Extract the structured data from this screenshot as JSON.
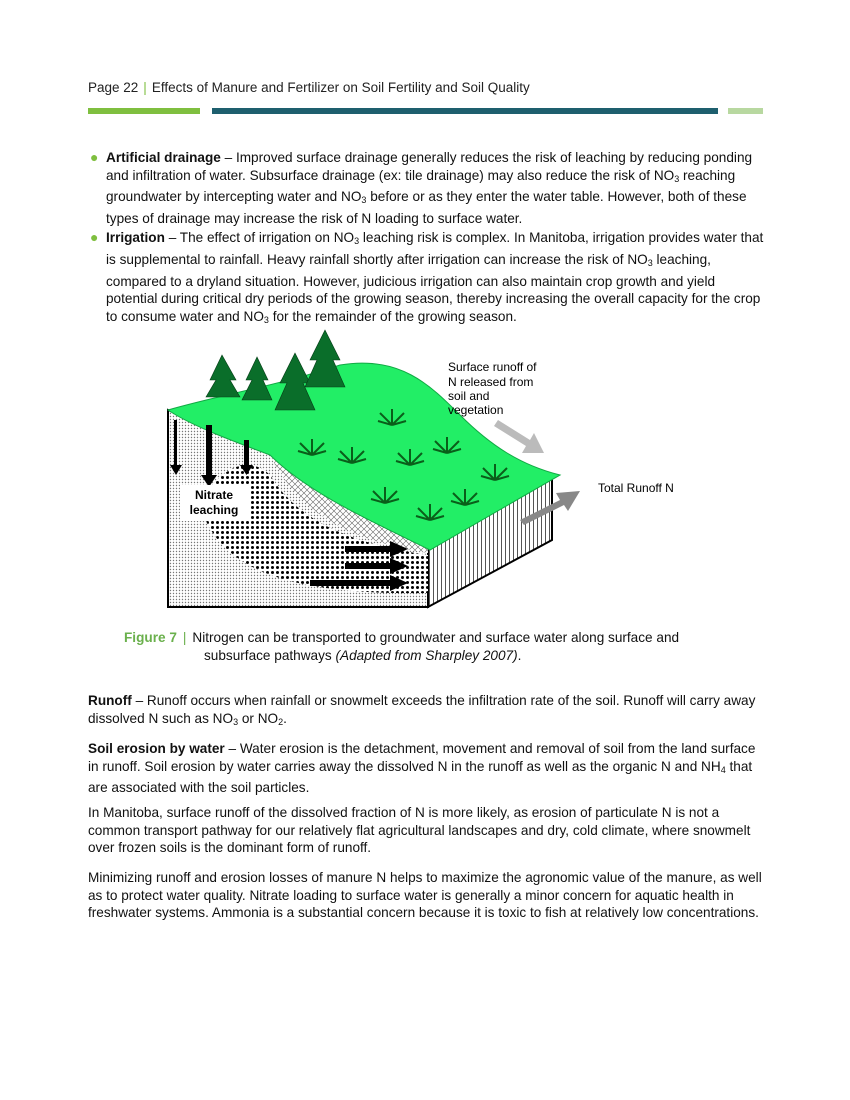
{
  "header": {
    "page": "Page 22",
    "separator": "|",
    "title": "Effects of Manure and Fertilizer on Soil Fertility and Soil Quality"
  },
  "colors": {
    "green": "#7fbf3f",
    "teal": "#1e5f6e",
    "light_green": "#b8d8a0",
    "grass": "#22ee66"
  },
  "bullets": [
    {
      "term": "Artificial drainage",
      "t1": " – Improved surface drainage generally reduces the risk of leaching by reducing ponding and infiltration of water. Subsurface drainage (ex: tile drainage) may also reduce the risk of NO",
      "s1": "3",
      "t2": " reaching groundwater by intercepting water and NO",
      "s2": "3",
      "t3": " before or as they enter the water table. However, both of these types of drainage may increase the risk of N loading to surface water."
    },
    {
      "term": "Irrigation",
      "t1": " – The effect of irrigation on NO",
      "s1": "3",
      "t2": " leaching risk is complex. In Manitoba, irrigation provides water that is supplemental to rainfall. Heavy rainfall shortly after irrigation can increase the risk of NO",
      "s2": "3",
      "t3": " leaching, compared to a dryland situation. However, judicious irrigation can also maintain crop growth and yield potential during critical dry periods of the growing season, thereby increasing the overall capacity for the crop to consume water and NO",
      "s3": "3",
      "t4": " for the remainder of the growing season."
    }
  ],
  "figure": {
    "label_surface_runoff": [
      "Surface runoff of",
      "N released from",
      "soil and",
      "vegetation"
    ],
    "label_total_runoff": "Total Runoff N",
    "label_leaching": [
      "Nitrate",
      "leaching"
    ]
  },
  "caption": {
    "label": "Figure 7",
    "separator": "|",
    "text1": "Nitrogen can be transported to groundwater and surface water along surface and",
    "text2": "subsurface pathways ",
    "italic": "(Adapted from Sharpley 2007)",
    "end": "."
  },
  "runoff": {
    "term": "Runoff",
    "t1": " – Runoff occurs when rainfall or snowmelt exceeds the infiltration rate of the soil. Runoff will carry away dissolved N such as NO",
    "s1": "3",
    "t2": " or NO",
    "s2": "2",
    "t3": "."
  },
  "erosion": {
    "term": "Soil erosion by water",
    "t1": " – Water erosion is the detachment, movement and removal of soil from the land surface in runoff. Soil erosion by water carries away the dissolved N in the runoff as well as the organic N and NH",
    "s1": "4",
    "t2": " that are associated with the soil particles."
  },
  "para_manitoba": "In Manitoba, surface runoff of the dissolved fraction of N is more likely, as erosion of particulate N is not a common transport pathway for our relatively flat agricultural landscapes and dry, cold climate, where snowmelt over frozen soils is the dominant form of runoff.",
  "para_minimizing": "Minimizing runoff and erosion losses of manure N helps to maximize the agronomic value of the manure, as well as to protect water quality. Nitrate loading to surface water is generally a minor concern for aquatic health in freshwater systems. Ammonia is a substantial concern because it is toxic to fish at relatively low concentrations."
}
